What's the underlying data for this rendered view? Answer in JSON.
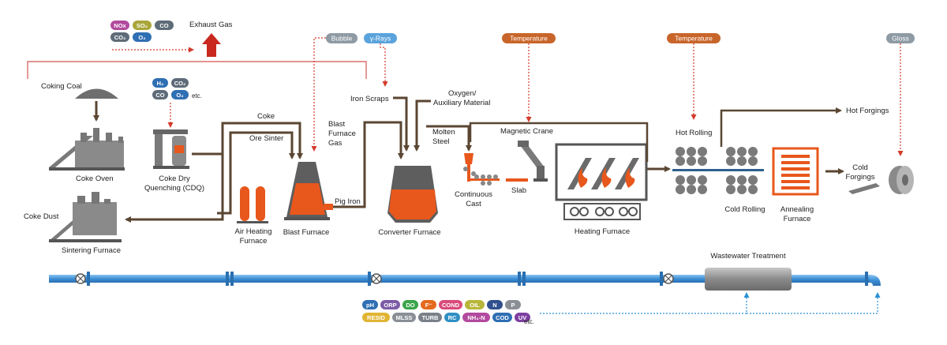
{
  "exhaust": {
    "label": "Exhaust Gas",
    "pills_row1": [
      "NOx",
      "SO₂",
      "CO"
    ],
    "pills_row2": [
      "CO₂",
      "O₂"
    ],
    "colors": [
      "#b24a9e",
      "#a9a63a",
      "#5e6b78",
      "#5e6b78",
      "#2f6fb3"
    ]
  },
  "tags": {
    "bubble": "Bubble",
    "gamma": "γ-Rays",
    "temperature1": "Temperature",
    "temperature2": "Temperature",
    "gloss": "Gloss"
  },
  "cdq_pills": {
    "row1": [
      "H₂",
      "CO₂"
    ],
    "row2": [
      "CO",
      "O₂"
    ],
    "etc": "etc."
  },
  "labels": {
    "coking_coal": "Coking Coal",
    "coke_oven": "Coke Oven",
    "cdq_line1": "Coke Dry",
    "cdq_line2": "Quenching (CDQ)",
    "coke": "Coke",
    "ore_sinter": "Ore Sinter",
    "bf_gas_1": "Blast",
    "bf_gas_2": "Furnace",
    "bf_gas_3": "Gas",
    "coke_dust": "Coke Dust",
    "sintering_furnace": "Sintering Furnace",
    "air_heating_1": "Air Heating",
    "air_heating_2": "Furnace",
    "blast_furnace": "Blast Furnace",
    "pig_iron": "Pig Iron",
    "iron_scraps": "Iron Scraps",
    "oxygen_1": "Oxygen/",
    "oxygen_2": "Auxiliary Material",
    "molten_1": "Molten",
    "molten_2": "Steel",
    "converter_furnace": "Converter Furnace",
    "continuous_1": "Continuous",
    "continuous_2": "Cast",
    "slab": "Slab",
    "magnetic_crane": "Magnetic Crane",
    "heating_furnace": "Heating Furnace",
    "hot_rolling": "Hot Rolling",
    "hot_forgings": "Hot Forgings",
    "cold_rolling": "Cold Rolling",
    "annealing_1": "Annealing",
    "annealing_2": "Furnace",
    "cold_forgings_1": "Cold",
    "cold_forgings_2": "Forgings",
    "wastewater": "Wastewater Treatment"
  },
  "water_pills": {
    "row1": [
      {
        "t": "pH",
        "c": "#2f6fb3"
      },
      {
        "t": "ORP",
        "c": "#7d5ca6"
      },
      {
        "t": "DO",
        "c": "#3aa44a"
      },
      {
        "t": "F⁻",
        "c": "#e46a1e"
      },
      {
        "t": "COND",
        "c": "#d94b7a"
      },
      {
        "t": "OIL",
        "c": "#b8b63a"
      },
      {
        "t": "N",
        "c": "#2f4f8e"
      },
      {
        "t": "P",
        "c": "#8a8f96"
      }
    ],
    "row2": [
      {
        "t": "RESID",
        "c": "#e0b533"
      },
      {
        "t": "MLSS",
        "c": "#8a8f96"
      },
      {
        "t": "TURB",
        "c": "#7a8088"
      },
      {
        "t": "RC",
        "c": "#2f8fc4"
      },
      {
        "t": "NH₄-N",
        "c": "#b24a9e"
      },
      {
        "t": "COD",
        "c": "#2f6fb3"
      },
      {
        "t": "UV",
        "c": "#7d3fa0"
      }
    ],
    "etc": "etc."
  },
  "colors": {
    "flow": "#5a4632",
    "red_dotted": "#d43a2a",
    "blue_dotted": "#2a8fd4",
    "pipe": "#3d8fd8",
    "molten": "#e8571c",
    "tag_orange": "#c8652a",
    "tag_grey": "#8e9aa4",
    "tag_blue": "#5aa3dc"
  }
}
